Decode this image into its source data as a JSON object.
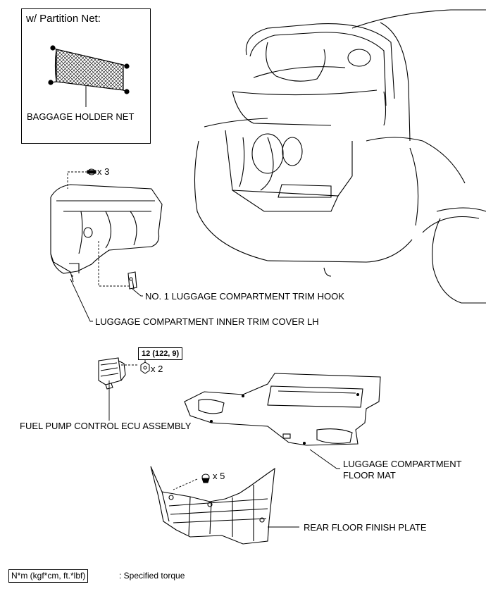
{
  "inset": {
    "title": "w/ Partition Net:",
    "label": "BAGGAGE HOLDER NET"
  },
  "labels": {
    "trim_hook": "NO. 1 LUGGAGE COMPARTMENT TRIM HOOK",
    "inner_trim_cover": "LUGGAGE COMPARTMENT INNER TRIM COVER LH",
    "fuel_pump_ecu": "FUEL PUMP CONTROL ECU ASSEMBLY",
    "floor_mat_line1": "LUGGAGE COMPARTMENT",
    "floor_mat_line2": "FLOOR MAT",
    "rear_floor_plate": "REAR FLOOR FINISH PLATE"
  },
  "quantities": {
    "clips_trim": "x 3",
    "nuts_ecu": "x 2",
    "clips_plate": "x 5"
  },
  "torque": {
    "value": "12 (122, 9)"
  },
  "legend": {
    "units": "N*m (kgf*cm, ft.*lbf)",
    "description": ": Specified torque"
  }
}
